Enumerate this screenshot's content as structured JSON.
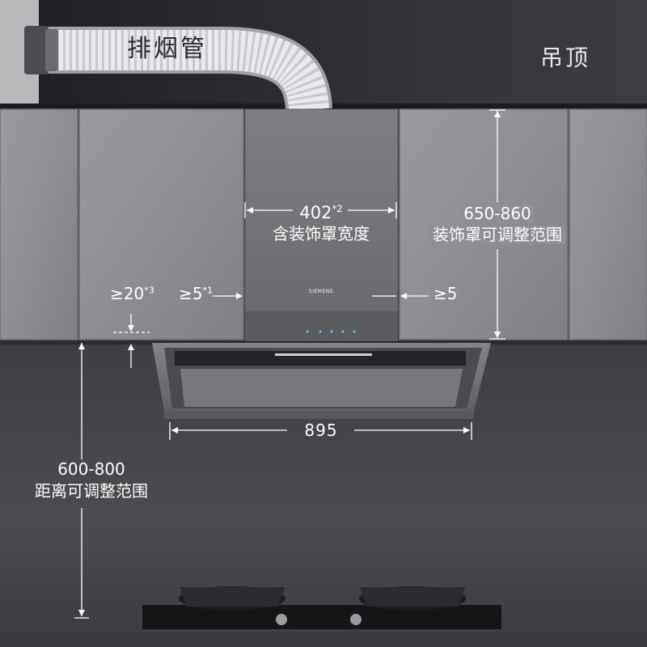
{
  "labels": {
    "exhaust_pipe": "排烟管",
    "ceiling": "吊顶",
    "cover_width_value": "402",
    "cover_width_note": "*2",
    "cover_width_desc": "含装饰罩宽度",
    "cover_height_value": "650-860",
    "cover_height_desc": "装饰罩可调整范围",
    "gap_bottom_value": "≥20",
    "gap_bottom_note": "*3",
    "gap_left_value": "≥5",
    "gap_left_note": "*1",
    "gap_right_value": "≥5",
    "hood_width_value": "895",
    "distance_value": "600-800",
    "distance_desc": "距离可调整范围"
  },
  "brand": "SIEMENS",
  "colors": {
    "ceiling": "#2c2e33",
    "cabinet": "#8e8f95",
    "wall": "#45474a",
    "hood": "#6d6e70",
    "annotation": "#ffffff",
    "touch_panel": "#3cd6ff"
  }
}
